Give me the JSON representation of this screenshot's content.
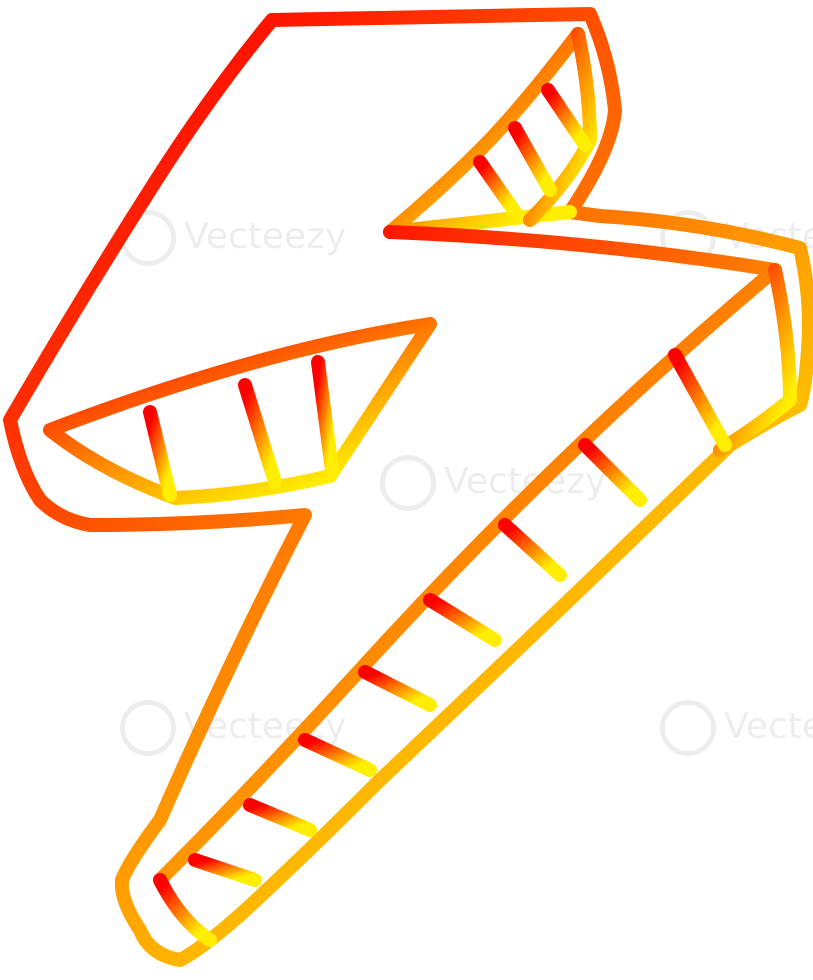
{
  "image": {
    "subject": "cartoon lightning bolt",
    "style": "hand-drawn outline with warm gradient stroke",
    "colors": {
      "gradient_start": "#ff0000",
      "gradient_mid": "#ff7a00",
      "gradient_end": "#ffee00",
      "background": "#ffffff"
    }
  },
  "watermark": {
    "text": "Vecteezy"
  }
}
